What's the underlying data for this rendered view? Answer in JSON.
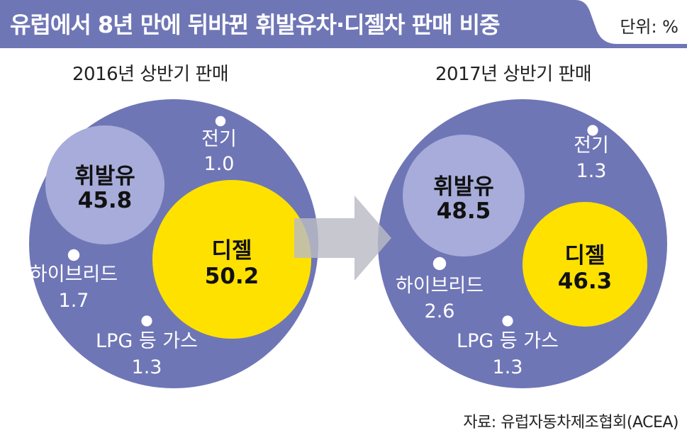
{
  "header": {
    "title": "유럽에서 8년 만에 뒤바뀐 휘발유차·디젤차 판매 비중",
    "unit": "단위: %"
  },
  "colors": {
    "outer_circle": "#6f76b6",
    "gasoline_circle": "#a7acda",
    "diesel_circle": "#ffe100",
    "title_bar": "#6f76b6",
    "arrow": "#b9bbc4"
  },
  "chart_data": [
    {
      "type": "bubble",
      "title": "2016년 상반기 판매",
      "items": [
        {
          "label": "휘발유",
          "value": 45.8,
          "value_text": "45.8"
        },
        {
          "label": "디젤",
          "value": 50.2,
          "value_text": "50.2"
        },
        {
          "label": "전기",
          "value": 1.0,
          "value_text": "1.0"
        },
        {
          "label": "하이브리드",
          "value": 1.7,
          "value_text": "1.7"
        },
        {
          "label": "LPG 등 가스",
          "value": 1.3,
          "value_text": "1.3"
        }
      ]
    },
    {
      "type": "bubble",
      "title": "2017년 상반기 판매",
      "items": [
        {
          "label": "휘발유",
          "value": 48.5,
          "value_text": "48.5"
        },
        {
          "label": "디젤",
          "value": 46.3,
          "value_text": "46.3"
        },
        {
          "label": "전기",
          "value": 1.3,
          "value_text": "1.3"
        },
        {
          "label": "하이브리드",
          "value": 2.6,
          "value_text": "2.6"
        },
        {
          "label": "LPG 등 가스",
          "value": 1.3,
          "value_text": "1.3"
        }
      ]
    }
  ],
  "source": "자료: 유럽자동차제조협회(ACEA)"
}
